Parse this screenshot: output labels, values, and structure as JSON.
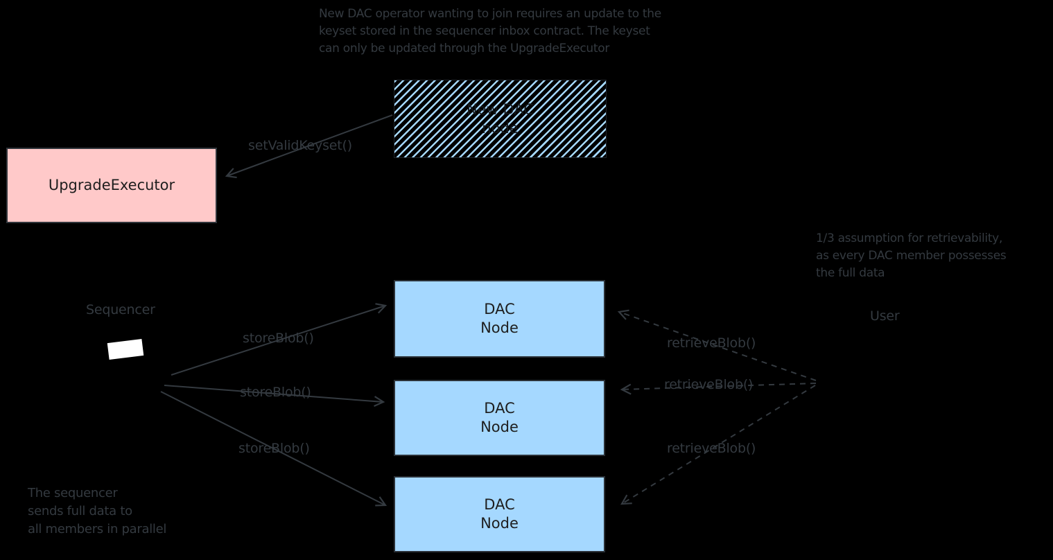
{
  "colors": {
    "background": "#000000",
    "stroke": "#343a40",
    "box_text": "#1e1e1e",
    "blue": "#a5d8ff",
    "pink": "#ffc9c9",
    "white": "#ffffff"
  },
  "notes": {
    "keyset_note": {
      "lines": [
        "New DAC operator wanting to join requires an update to the",
        "keyset stored in the sequencer inbox contract. The keyset",
        "can only be updated through the UpgradeExecutor"
      ]
    },
    "assumption_note": {
      "lines": [
        "1/3 assumption for retrievability,",
        "as every DAC member possesses",
        "the full data"
      ]
    },
    "parallel_note": {
      "lines": [
        "The sequencer",
        "sends full data to",
        "all members in parallel"
      ]
    }
  },
  "shapes": {
    "upgrade_executor": {
      "label": "UpgradeExecutor",
      "fill": "#ffc9c9"
    },
    "new_dac_node": {
      "lines": [
        "New DAC",
        "node"
      ],
      "fill": "#a5d8ff",
      "fill_style": "hachure"
    },
    "dac_nodes": [
      {
        "lines": [
          "DAC",
          "Node"
        ]
      },
      {
        "lines": [
          "DAC",
          "Node"
        ]
      },
      {
        "lines": [
          "DAC",
          "Node"
        ]
      }
    ]
  },
  "actors": {
    "sequencer": "Sequencer",
    "user": "User"
  },
  "edges": {
    "set_valid_keyset": "setValidKeyset()",
    "store_blob": "storeBlob()",
    "retrieve_blob": "retrieveBlob()"
  }
}
